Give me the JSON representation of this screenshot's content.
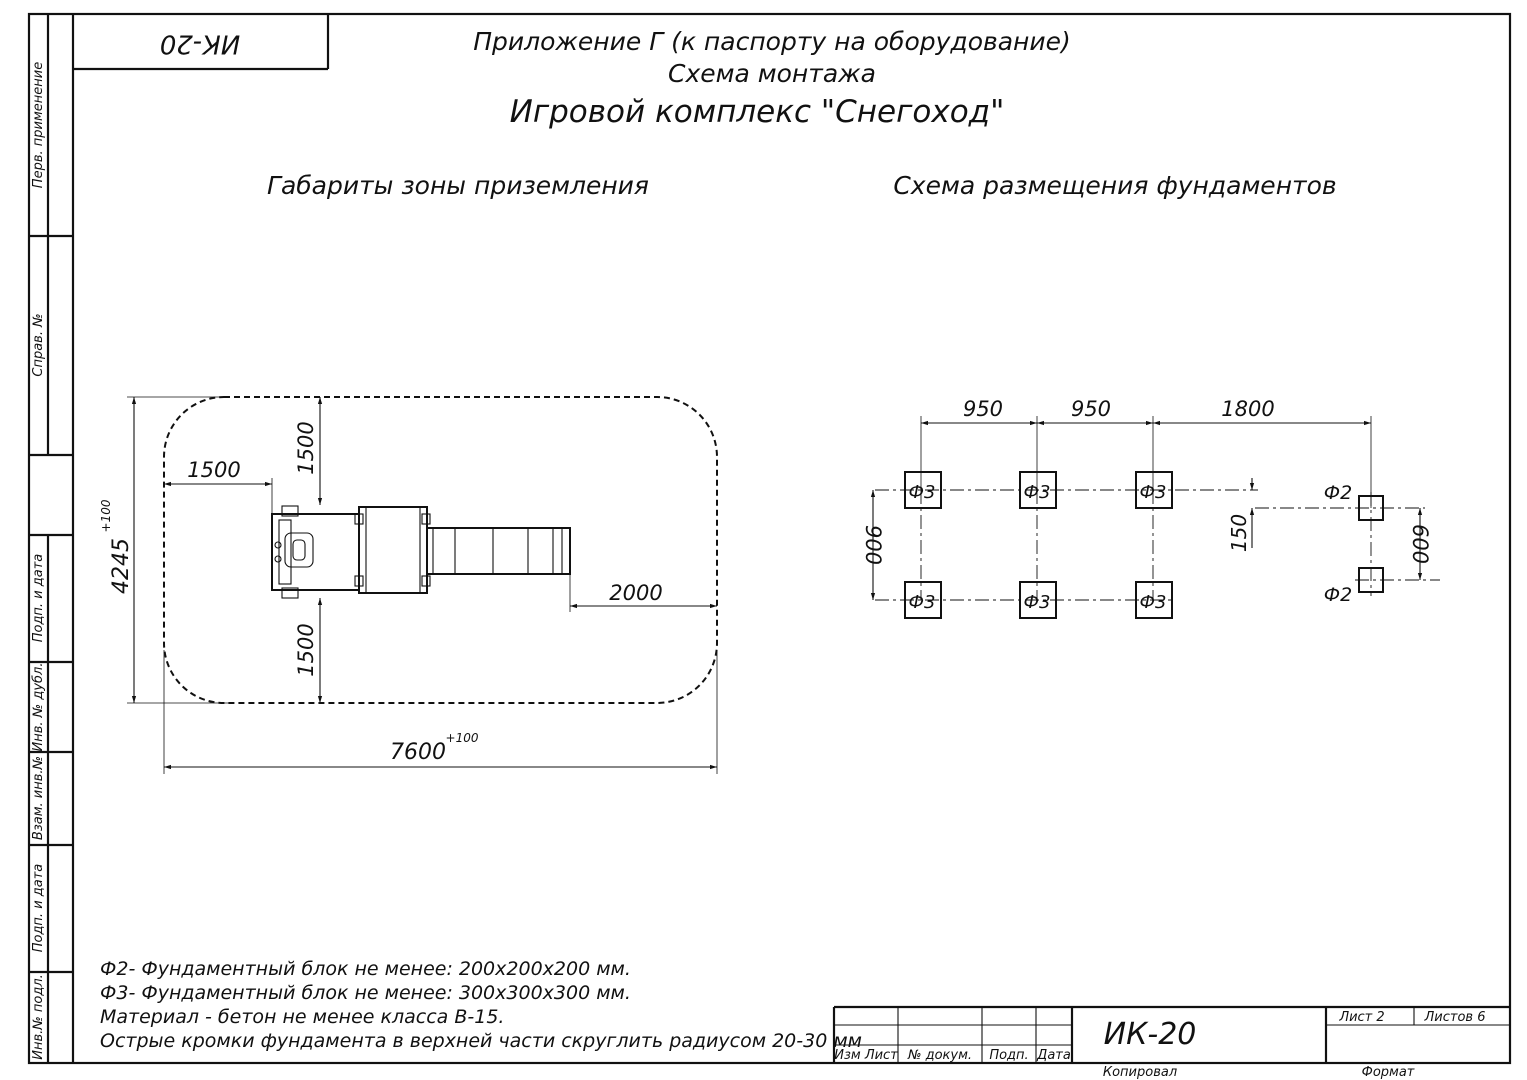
{
  "stamp": {
    "code": "ИК-20"
  },
  "header": {
    "line1": "Приложение Г (к паспорту на оборудование)",
    "line2": "Схема монтажа",
    "line3": "Игровой комплекс \"Снегоход\""
  },
  "side_stamp": {
    "perv": "Перв. применение",
    "sprav": "Справ. №",
    "podp1": "Подп. и дата",
    "inv_dubl": "Инв. № дубл.",
    "vzam": "Взам. инв.№",
    "podp2": "Подп. и дата",
    "inv_podl": "Инв.№ подл."
  },
  "left_drawing": {
    "title": "Габариты зоны приземления",
    "dim_left": "1500",
    "dim_top": "1500",
    "dim_bottom": "1500",
    "dim_right": "2000",
    "dim_height": "4245",
    "dim_height_tol": "+100",
    "dim_width": "7600",
    "dim_width_tol": "+100"
  },
  "right_drawing": {
    "title": "Схема размещения фундаментов",
    "dim_950a": "950",
    "dim_950b": "950",
    "dim_1800": "1800",
    "dim_900": "900",
    "dim_150": "150",
    "dim_600": "600",
    "f3_labels": [
      "Ф3",
      "Ф3",
      "Ф3",
      "Ф3",
      "Ф3",
      "Ф3"
    ],
    "f2_top": "Ф2",
    "f2_bottom": "Ф2"
  },
  "notes": [
    "Ф2- Фундаментный блок не менее: 200х200х200 мм.",
    "Ф3- Фундаментный блок не менее: 300х300х300 мм.",
    "Материал - бетон не менее класса В-15.",
    "Острые кромки фундамента в верхней части скруглить радиусом 20-30 мм"
  ],
  "title_block": {
    "izm": "Изм",
    "list": "Лист",
    "ndokum": "№ докум.",
    "podp": "Подп.",
    "data": "Дата",
    "code": "ИК-20",
    "sheet": "Лист 2",
    "sheets": "Листов 6",
    "kopiroval": "Копировал",
    "format": "Формат"
  }
}
